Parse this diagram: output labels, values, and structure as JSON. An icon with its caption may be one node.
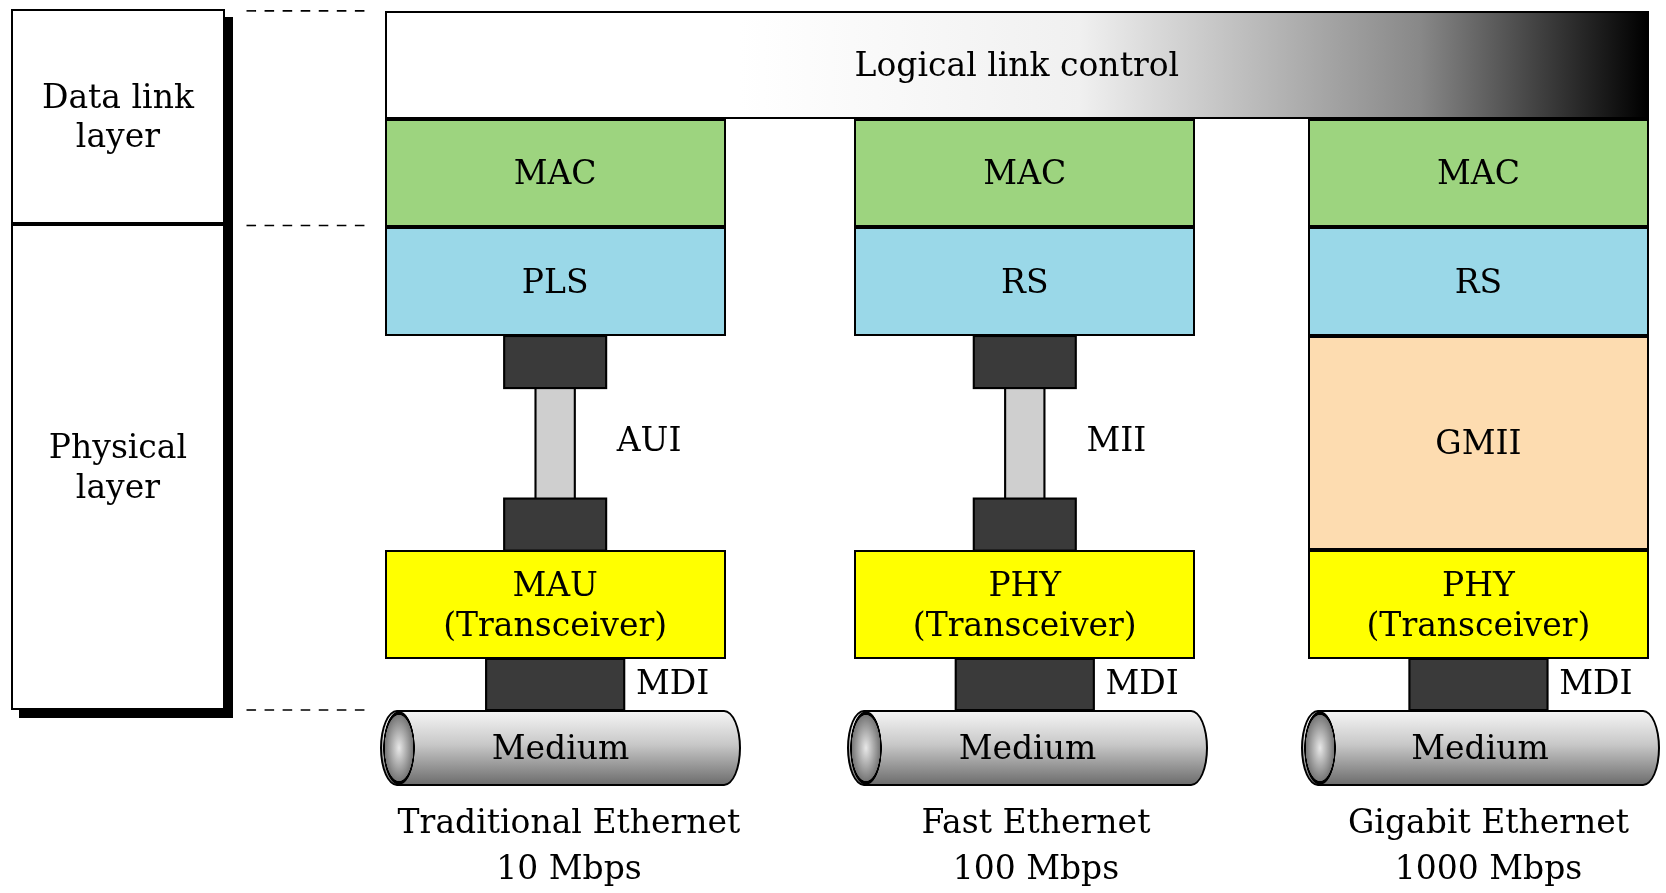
{
  "diagram": {
    "nodes": [
      {
        "text": [
          "Data link layer"
        ]
      },
      {
        "text": [
          "Physical layer"
        ]
      },
      {
        "text": [
          "Logical link control"
        ]
      },
      {
        "text": [
          "MAC"
        ]
      },
      {
        "text": [
          "PLS"
        ]
      },
      {
        "text": [
          "MAU",
          "(Transceiver)"
        ]
      },
      {
        "text": [
          "Medium"
        ],
        "beside": [
          "Traditional Ethernet",
          "10 Mbps"
        ]
      },
      {
        "text": [
          "MAC"
        ]
      },
      {
        "text": [
          "RS"
        ]
      },
      {
        "text": [
          "PHY",
          "(Transceiver)"
        ]
      },
      {
        "text": [
          "Medium"
        ],
        "beside": [
          "Fast Ethernet",
          "100 Mbps"
        ]
      },
      {
        "text": [
          "MAC"
        ]
      },
      {
        "text": [
          "RS"
        ]
      },
      {
        "text": [
          "GMII"
        ]
      },
      {
        "text": [
          "PHY",
          "(Transceiver)"
        ]
      },
      {
        "text": [
          "Medium"
        ],
        "beside": [
          "Gigabit Ethernet",
          "1000 Mbps"
        ]
      }
    ],
    "edges": [
      {
        "from": 4,
        "to": 5,
        "arrow": "none",
        "label": "AUI"
      },
      {
        "from": 5,
        "to": 6,
        "arrow": "none",
        "label": "MDI"
      },
      {
        "from": 8,
        "to": 9,
        "arrow": "none",
        "label": "MII"
      },
      {
        "from": 9,
        "to": 10,
        "arrow": "none",
        "label": "MDI"
      },
      {
        "from": 14,
        "to": 15,
        "arrow": "none",
        "label": "MDI"
      }
    ]
  }
}
